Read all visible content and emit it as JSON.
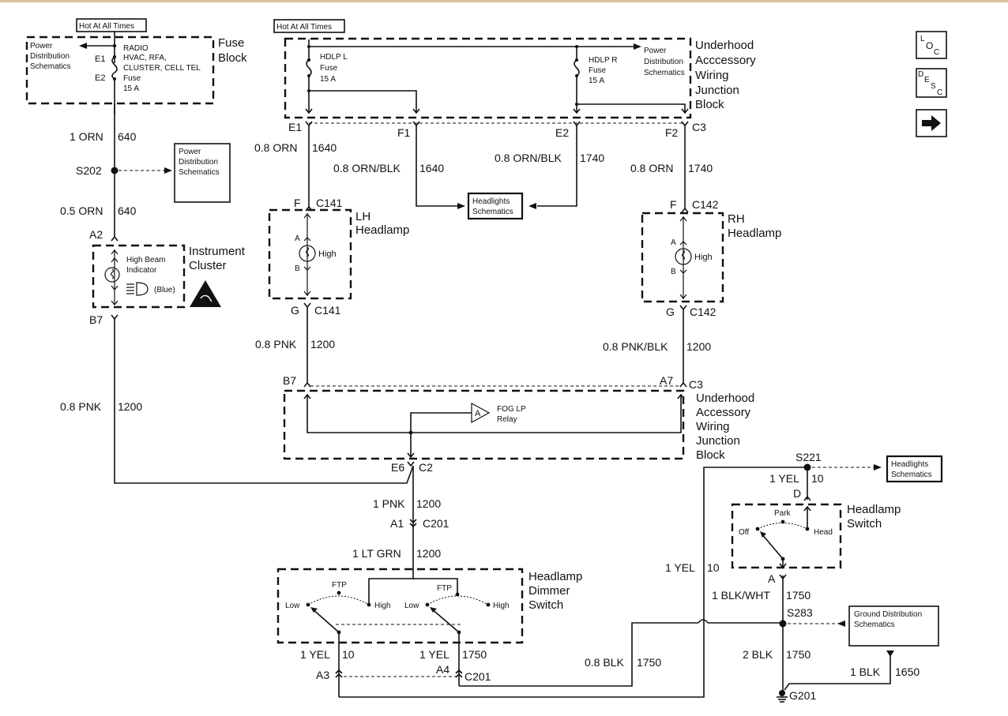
{
  "nav": {
    "loc_label": [
      "L",
      "O",
      "C"
    ],
    "desc_label": [
      "D",
      "E",
      "S",
      "C"
    ],
    "next_icon": "right-arrow-icon"
  },
  "fuse_block": {
    "hot_label": "Hot At All Times",
    "title": [
      "Fuse",
      "Block"
    ],
    "pd_ref": [
      "Power",
      "Distribution",
      "Schematics"
    ],
    "pins": [
      "E1",
      "E2"
    ],
    "fuse_text": [
      "RADIO",
      "HVAC, RFA,",
      "CLUSTER, CELL TEL",
      "Fuse",
      "15 A"
    ]
  },
  "uawjb_top": {
    "hot_label": "Hot At All Times",
    "title": [
      "Underhood",
      "Acccessory",
      "Wiring",
      "Junction",
      "Block"
    ],
    "fuse_l": [
      "HDLP L",
      "Fuse",
      "15 A"
    ],
    "fuse_r": [
      "HDLP R",
      "Fuse",
      "15 A"
    ],
    "pd_ref": [
      "Power",
      "Distribution",
      "Schematics"
    ],
    "pins": [
      "E1",
      "F1",
      "E2",
      "F2"
    ],
    "connector": "C3"
  },
  "wires": {
    "w640a": [
      "1 ORN",
      "640"
    ],
    "s202": "S202",
    "s202_ref": [
      "Power",
      "Distribution",
      "Schematics"
    ],
    "w640b": [
      "0.5 ORN",
      "640"
    ],
    "w1640a": [
      "0.8 ORN",
      "1640"
    ],
    "w1640b": [
      "0.8 ORN/BLK",
      "1640"
    ],
    "w1740a": [
      "0.8 ORN/BLK",
      "1740"
    ],
    "w1740b": [
      "0.8 ORN",
      "1740"
    ],
    "headlights_ref": [
      "Headlights",
      "Schematics"
    ],
    "w1200_lh": [
      "0.8 PNK",
      "1200"
    ],
    "w1200_rh": [
      "0.8 PNK/BLK",
      "1200"
    ],
    "w1200_ic": [
      "0.8 PNK",
      "1200"
    ],
    "w1200_c2": [
      "1 PNK",
      "1200"
    ],
    "w1200_grn": [
      "1 LT GRN",
      "1200"
    ],
    "w10_dim": [
      "1 YEL",
      "10"
    ],
    "w1750_dim": [
      "1 YEL",
      "1750"
    ],
    "w1750_blk": [
      "0.8 BLK",
      "1750"
    ],
    "w10_sw": [
      "1 YEL",
      "10"
    ],
    "w10_s221": [
      "1 YEL",
      "10"
    ],
    "w1750_bw": [
      "1 BLK/WHT",
      "1750"
    ],
    "w1750_2blk": [
      "2 BLK",
      "1750"
    ],
    "w1650": [
      "1 BLK",
      "1650"
    ]
  },
  "cluster": {
    "pins": [
      "A2",
      "B7"
    ],
    "title": [
      "Instrument",
      "Cluster"
    ],
    "indicator": [
      "High Beam",
      "Indicator"
    ],
    "color": "(Blue)"
  },
  "lh": {
    "top": [
      "F",
      "C141"
    ],
    "bottom": [
      "G",
      "C141"
    ],
    "title": [
      "LH",
      "Headlamp"
    ],
    "pins": [
      "A",
      "B"
    ],
    "lamp": "High"
  },
  "rh": {
    "top": [
      "F",
      "C142"
    ],
    "bottom": [
      "G",
      "C142"
    ],
    "title": [
      "RH",
      "Headlamp"
    ],
    "pins": [
      "A",
      "B"
    ],
    "lamp": "High"
  },
  "uawjb_bottom": {
    "pins": [
      "B7",
      "A7",
      "C3"
    ],
    "title": [
      "Underhood",
      "Accessory",
      "Wiring",
      "Junction",
      "Block"
    ],
    "relay": [
      "FOG LP",
      "Relay"
    ],
    "relay_pin": "A",
    "out": [
      "E6",
      "C2"
    ]
  },
  "c201": {
    "a1": "A1",
    "name": "C201",
    "a3": "A3",
    "a4": "A4"
  },
  "dimmer": {
    "title": [
      "Headlamp",
      "Dimmer",
      "Switch"
    ],
    "left": [
      "Low",
      "FTP",
      "High"
    ],
    "right": [
      "Low",
      "FTP",
      "High"
    ]
  },
  "hswitch": {
    "s221": "S221",
    "headlights_ref": [
      "Headlights",
      "Schematics"
    ],
    "pin_d": "D",
    "pin_a": "A",
    "title": [
      "Headlamp",
      "Switch"
    ],
    "positions": [
      "Off",
      "Park",
      "Head"
    ]
  },
  "ground": {
    "s283": "S283",
    "ref": [
      "Ground Distribution",
      "Schematics"
    ],
    "g201": "G201"
  }
}
